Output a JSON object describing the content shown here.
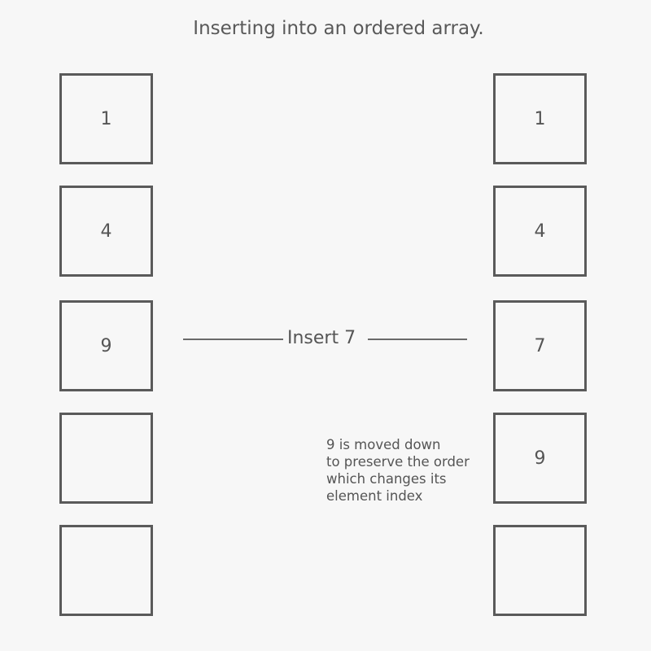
{
  "title": "Inserting into an ordered array.",
  "left_array": {
    "cells": [
      "1",
      "4",
      "9",
      "",
      ""
    ]
  },
  "right_array": {
    "cells": [
      "1",
      "4",
      "7",
      "9",
      ""
    ]
  },
  "insert_label": "Insert 7",
  "note_lines": [
    "9 is moved down",
    "to preserve the order",
    "which changes its",
    "element index"
  ]
}
